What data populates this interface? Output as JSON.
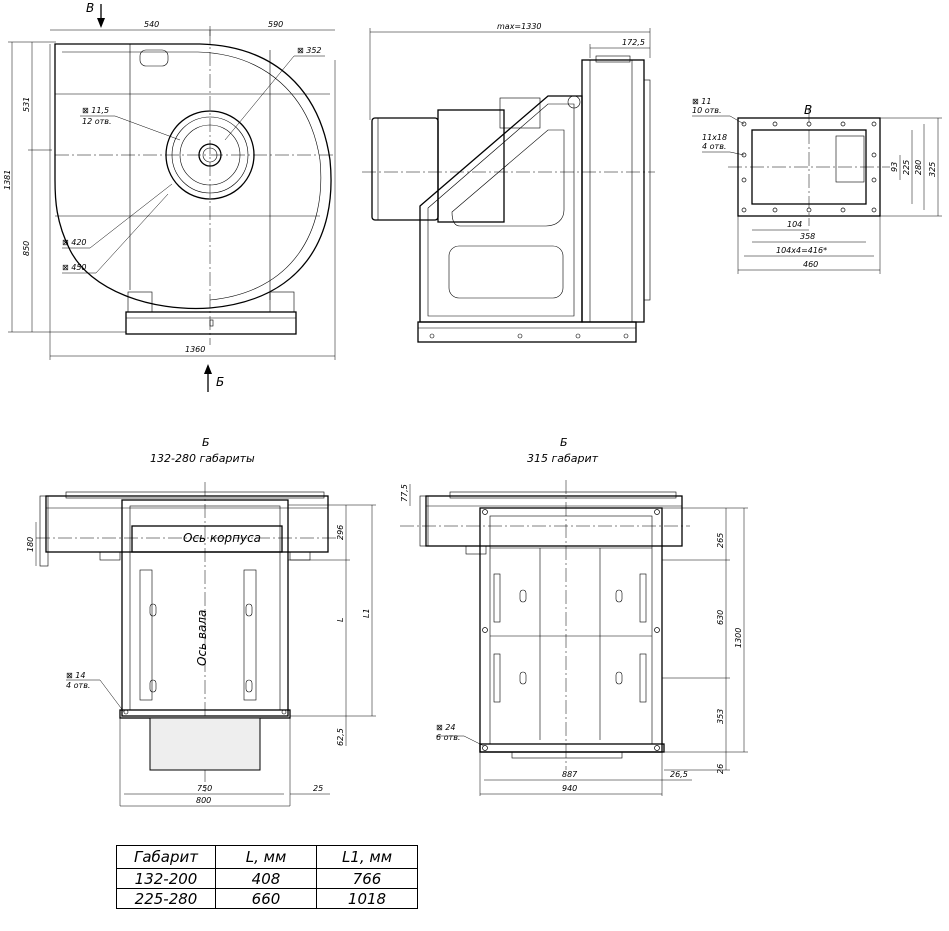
{
  "view_top": {
    "arrow_label": "В",
    "dims": {
      "width_left": "540",
      "width_right": "590",
      "height_upper": "531",
      "height_lower": "850",
      "height_total": "1381",
      "width_total": "1360",
      "hole_size": "⊠ 11,5",
      "hole_count": "12 отв.",
      "d_352": "⊠ 352",
      "d_420": "⊠ 420",
      "d_450": "⊠ 450"
    },
    "arrow_b": "Б"
  },
  "view_side": {
    "max_label": "max=1330",
    "d_172": "172,5"
  },
  "view_outlet": {
    "title": "В",
    "holes": "⊠ 11",
    "holes_count": "10 отв.",
    "slots": "11x18",
    "slots_count": "4 отв.",
    "d_104": "104",
    "d_358": "358",
    "d_pitch": "104x4=416*",
    "d_460": "460",
    "d_93": "93",
    "d_225": "225",
    "d_280": "280",
    "d_325": "325"
  },
  "view_b1": {
    "arrow": "Б",
    "caption": "132-280 габариты",
    "axis_body": "Ось корпуса",
    "axis_shaft": "Ось вала",
    "d_180": "180",
    "d_296": "296",
    "d_L": "L",
    "d_L1": "L1",
    "d_62": "62,5",
    "hole": "⊠ 14",
    "hole_count": "4 отв.",
    "d_750": "750",
    "d_800": "800",
    "d_25": "25"
  },
  "view_b2": {
    "arrow": "Б",
    "caption": "315 габарит",
    "d_775": "77,5",
    "d_265": "265",
    "d_630": "630",
    "d_353": "353",
    "d_26": "26",
    "d_1300": "1300",
    "hole": "⊠ 24",
    "hole_count": "6 отв.",
    "d_887": "887",
    "d_265b": "26,5",
    "d_940": "940"
  },
  "table": {
    "headers": [
      "Габарит",
      "L, мм",
      "L1, мм"
    ],
    "rows": [
      [
        "132-200",
        "408",
        "766"
      ],
      [
        "225-280",
        "660",
        "1018"
      ]
    ]
  }
}
